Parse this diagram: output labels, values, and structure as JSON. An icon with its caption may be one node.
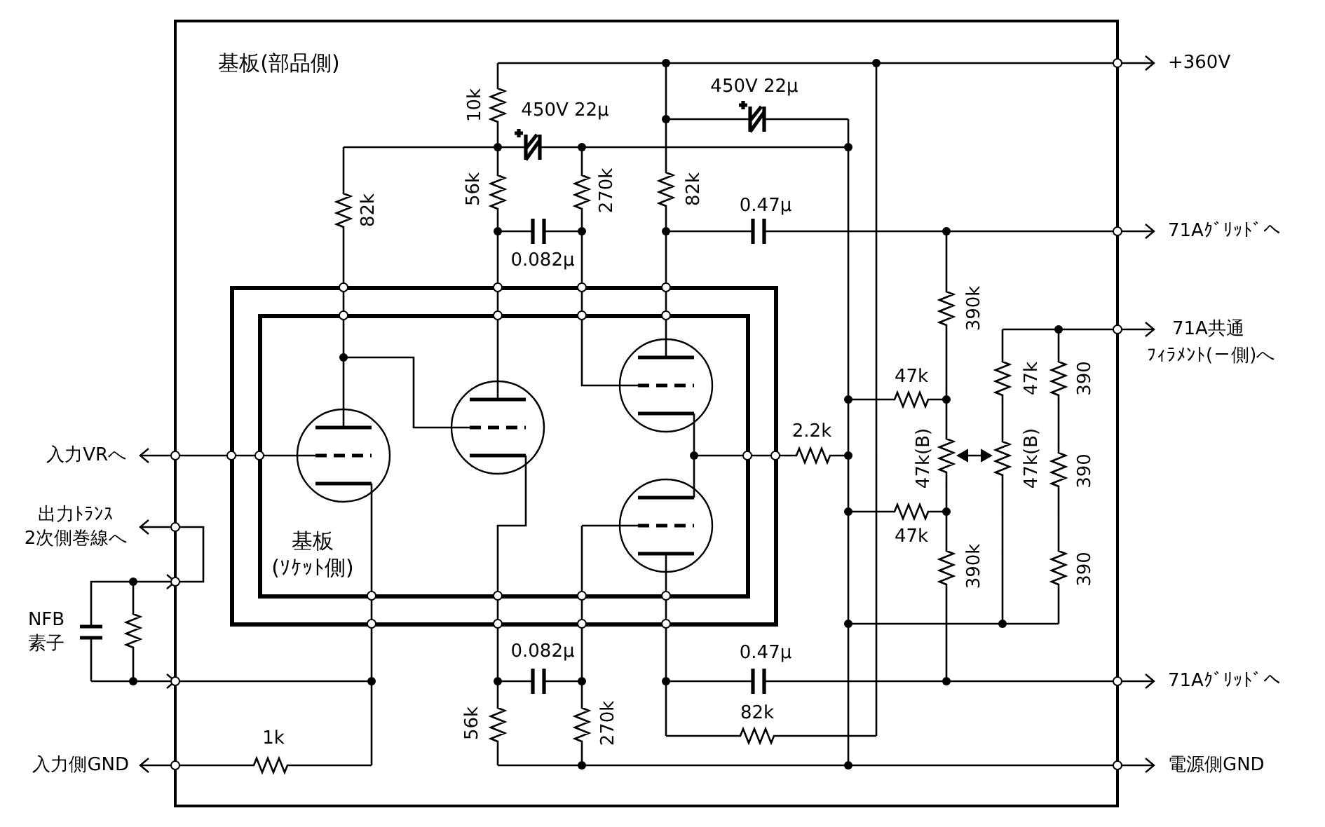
{
  "diagram": {
    "nodes": [
      {
        "text": [
          "基板(部品側)"
        ]
      },
      {
        "text": [],
        "shape": "box",
        "in": 0
      },
      {
        "text": [
          "基板 (ｿｹｯﾄ側)"
        ],
        "in": 1
      }
    ],
    "labels": [
      "+360V",
      "10k",
      "450V 22μ",
      "450V 22μ",
      "82k",
      "56k",
      "270k",
      "82k",
      "0.47μ",
      "0.082μ",
      "390k",
      "71Aｸﾞﾘｯﾄﾞへ",
      "71A共通",
      "ﾌｨﾗﾒﾝﾄ(－側)へ",
      "47k",
      "390",
      "47k",
      "2.2k",
      "47k(B)",
      "47k(B)",
      "390",
      "47k",
      "390k",
      "390",
      "入力VRへ",
      "出力ﾄﾗﾝｽ 2次側巻線へ",
      "NFB 素子",
      "0.082μ",
      "0.47μ",
      "82k",
      "56k",
      "270k",
      "1k",
      "入力側GND",
      "電源側GND",
      "71Aｸﾞﾘｯﾄﾞへ"
    ]
  }
}
